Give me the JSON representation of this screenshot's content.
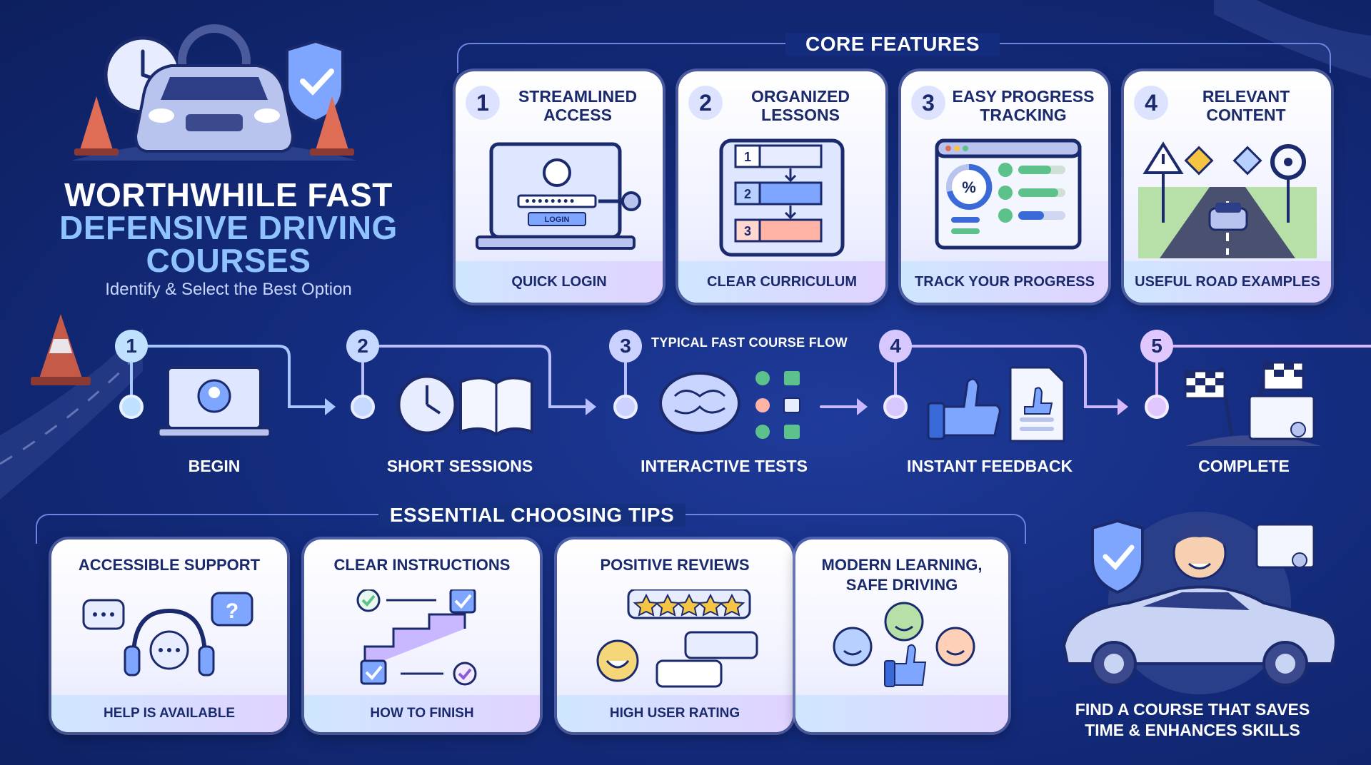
{
  "hero": {
    "title_line1": "WORTHWHILE FAST",
    "title_line2": "DEFENSIVE DRIVING",
    "title_line3": "COURSES",
    "subtitle": "Identify & Select the Best Option"
  },
  "core_features": {
    "heading": "CORE FEATURES",
    "cards": [
      {
        "number": "1",
        "title": "STREAMLINED ACCESS",
        "footer": "QUICK LOGIN",
        "login_label": "LOGIN",
        "password_mask": "••••••••"
      },
      {
        "number": "2",
        "title": "ORGANIZED LESSONS",
        "footer": "CLEAR CURRICULUM",
        "steps": [
          "1",
          "2",
          "3"
        ]
      },
      {
        "number": "3",
        "title": "EASY PROGRESS TRACKING",
        "footer": "TRACK YOUR PROGRESS",
        "percent_symbol": "%"
      },
      {
        "number": "4",
        "title": "RELEVANT CONTENT",
        "footer": "USEFUL ROAD EXAMPLES"
      }
    ]
  },
  "flow": {
    "caption": "TYPICAL FAST COURSE FLOW",
    "steps": [
      {
        "number": "1",
        "label": "BEGIN"
      },
      {
        "number": "2",
        "label": "SHORT SESSIONS"
      },
      {
        "number": "3",
        "label": "INTERACTIVE TESTS"
      },
      {
        "number": "4",
        "label": "INSTANT FEEDBACK"
      },
      {
        "number": "5",
        "label": "COMPLETE"
      }
    ]
  },
  "tips": {
    "heading": "ESSENTIAL CHOOSING TIPS",
    "cards": [
      {
        "title": "ACCESSIBLE SUPPORT",
        "footer": "HELP IS AVAILABLE"
      },
      {
        "title": "CLEAR INSTRUCTIONS",
        "footer": "HOW TO FINISH"
      },
      {
        "title": "POSITIVE REVIEWS",
        "footer": "HIGH USER RATING"
      },
      {
        "title": "MODERN LEARNING, SAFE DRIVING",
        "footer": ""
      }
    ]
  },
  "closing": {
    "line1": "FIND A COURSE THAT SAVES",
    "line2": "TIME & ENHANCES SKILLS"
  },
  "colors": {
    "background": "#142c7e",
    "accent_blue": "#8ec3ff",
    "card_text": "#1a2a6c",
    "flow_line": "#c9b8ff"
  }
}
